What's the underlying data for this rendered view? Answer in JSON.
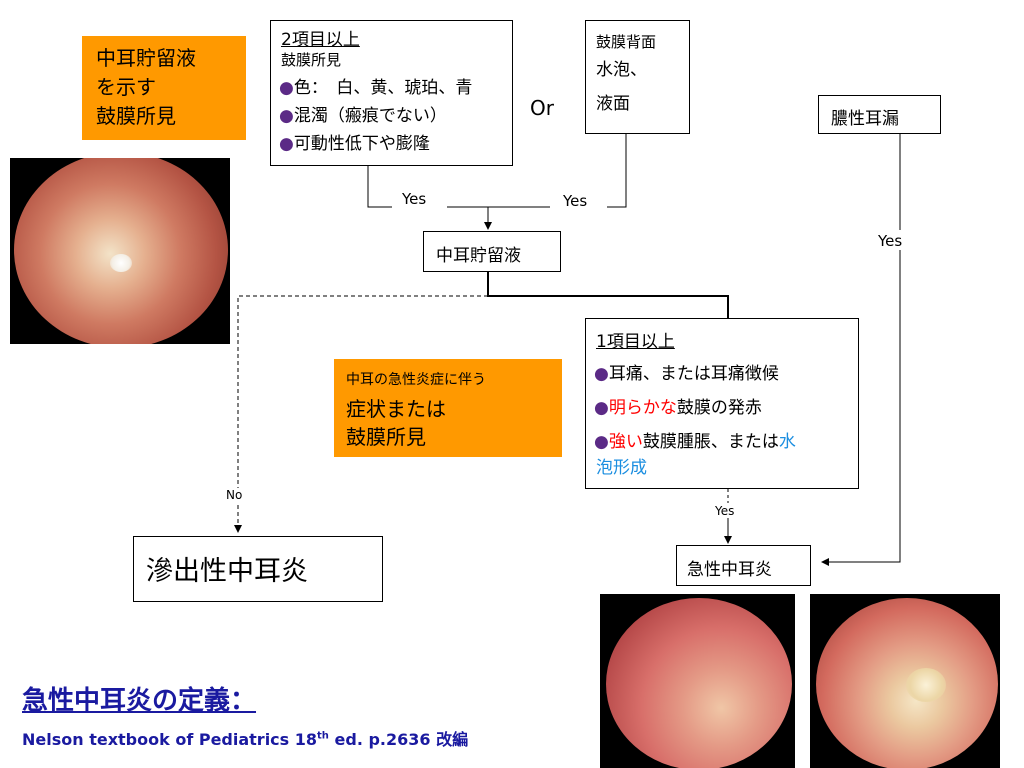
{
  "orange_top": {
    "lines": [
      "中耳貯留液",
      "を示す",
      "鼓膜所見"
    ]
  },
  "criteria2": {
    "heading": "2項目以上",
    "sub": "鼓膜所見",
    "bullet": "●",
    "items": [
      "色：　白、黄、琥珀、青",
      "混濁（瘢痕でない）",
      "可動性低下や膨隆"
    ]
  },
  "or_label": "Or",
  "back_box": {
    "lines": [
      "鼓膜背面",
      "水泡、",
      "液面"
    ]
  },
  "pus_box": "膿性耳漏",
  "yes_left": "Yes",
  "yes_right": "Yes",
  "yes_pus": "Yes",
  "effusion_box": "中耳貯留液",
  "orange_mid": {
    "small": "中耳の急性炎症に伴う",
    "lines": [
      "症状または",
      "鼓膜所見"
    ]
  },
  "criteria1": {
    "heading": "1項目以上",
    "item1": "耳痛、または耳痛徴候",
    "item2_red": "明らかな",
    "item2_rest": "鼓膜の発赤",
    "item3_red": "強い",
    "item3_mid": "鼓膜腫脹、または",
    "item3_blue1": "水",
    "item3_blue2": "泡形成"
  },
  "no_label": "No",
  "yes_small": "Yes",
  "ome_box": "滲出性中耳炎",
  "aom_box": "急性中耳炎",
  "footer": {
    "title": "急性中耳炎の定義：",
    "ref_a": "Nelson textbook of Pediatrics 18",
    "ref_sup": "th",
    "ref_b": " ed. p.2636 改編"
  },
  "colors": {
    "orange": "#ff9900",
    "red": "#ff0000",
    "blue": "#1b8ee0",
    "title": "#1a1aa0",
    "bullet": "#5b2a86"
  }
}
